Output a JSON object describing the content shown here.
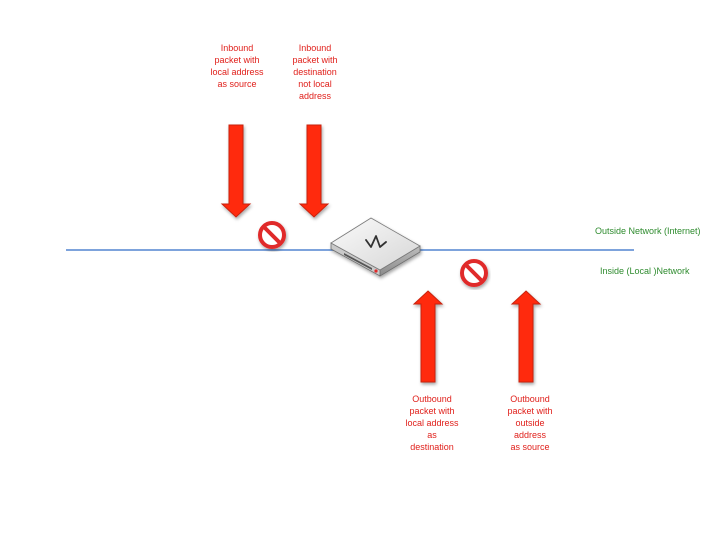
{
  "labels": {
    "inbound_local_source": "Inbound\npacket with\nlocal address\nas source",
    "inbound_not_local_destination": "Inbound\npacket with\ndestination\nnot local\naddress",
    "outbound_local_destination": "Outbound\npacket with\nlocal address\nas\ndestination",
    "outbound_outside_source": "Outbound\npacket with\noutside\naddress\nas source",
    "outside_network": "Outside Network (Internet)",
    "inside_network": "Inside (Local )Network"
  },
  "colors": {
    "arrow": "#ff2a10",
    "arrow_stroke": "#c8230f",
    "blocked_icon": "#e02b2b",
    "network_line": "#7da3dc",
    "label_red": "#e0201b",
    "label_green": "#2e8b2e"
  },
  "icons": {
    "blocked": "no-entry-icon",
    "device": "firewall-device-icon"
  }
}
